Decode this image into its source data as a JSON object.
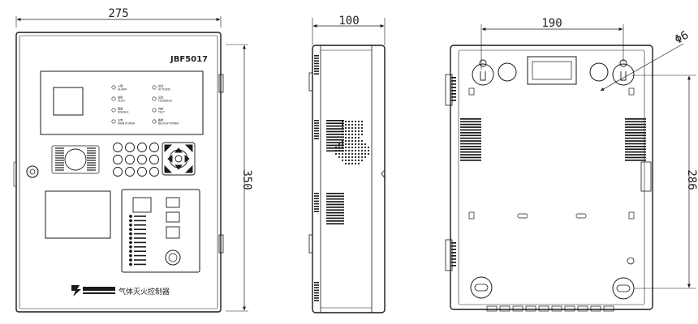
{
  "dimensions": {
    "front_width": "275",
    "front_height": "350",
    "side_depth": "100",
    "back_hole_spacing": "190",
    "back_hole_diameter": "Φ6",
    "back_vertical_spacing": "286"
  },
  "front": {
    "model": "JBF5017",
    "brand_text": "气体灭火控制器",
    "indicators": [
      {
        "cn": "火警",
        "en": "ALARM"
      },
      {
        "cn": "启动",
        "en": "ACTIVATE"
      },
      {
        "cn": "故障",
        "en": "FAULT"
      },
      {
        "cn": "反馈",
        "en": "FEEDBACK"
      },
      {
        "cn": "屏蔽",
        "en": "DISABLE"
      },
      {
        "cn": "自检",
        "en": "TEST"
      },
      {
        "cn": "主电",
        "en": "MAIN POWER"
      },
      {
        "cn": "备电",
        "en": "BACKUP POWER"
      }
    ]
  },
  "colors": {
    "line": "#1a1a1a",
    "background": "#ffffff"
  }
}
